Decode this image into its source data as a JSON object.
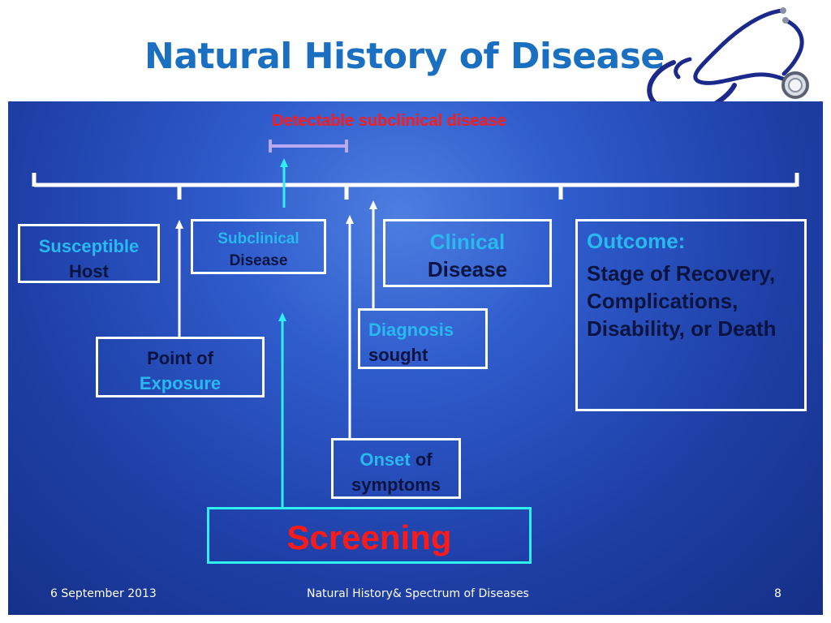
{
  "title": "Natural History of Disease",
  "annotation": "Detectable subclinical disease",
  "boxes": {
    "susceptible": {
      "line1": "Susceptible",
      "line2": "Host"
    },
    "subclinical": {
      "line1": "Subclinical",
      "line2": "Disease"
    },
    "clinical": {
      "line1": "Clinical",
      "line2": "Disease"
    },
    "outcome": {
      "heading": "Outcome:",
      "line1": "Stage of Recovery,",
      "line2": "Complications,",
      "line3": "Disability, or Death"
    },
    "exposure": {
      "line1": "Point of",
      "line2": "Exposure"
    },
    "diagnosis": {
      "line1": "Diagnosis",
      "line2": "sought"
    },
    "onset": {
      "word1": "Onset",
      "word2": "of",
      "line2": "symptoms"
    },
    "screening": {
      "label": "Screening"
    }
  },
  "footer": {
    "date": "6 September 2013",
    "center": "Natural History& Spectrum of Diseases",
    "page": "8"
  },
  "colors": {
    "title": "#1a6fc0",
    "cyan": "#27b9f0",
    "red": "#ff1a1a",
    "highlight": "#2ff0f0",
    "bracket": "#b9a9f0"
  },
  "icons": [
    "stethoscope-icon"
  ]
}
